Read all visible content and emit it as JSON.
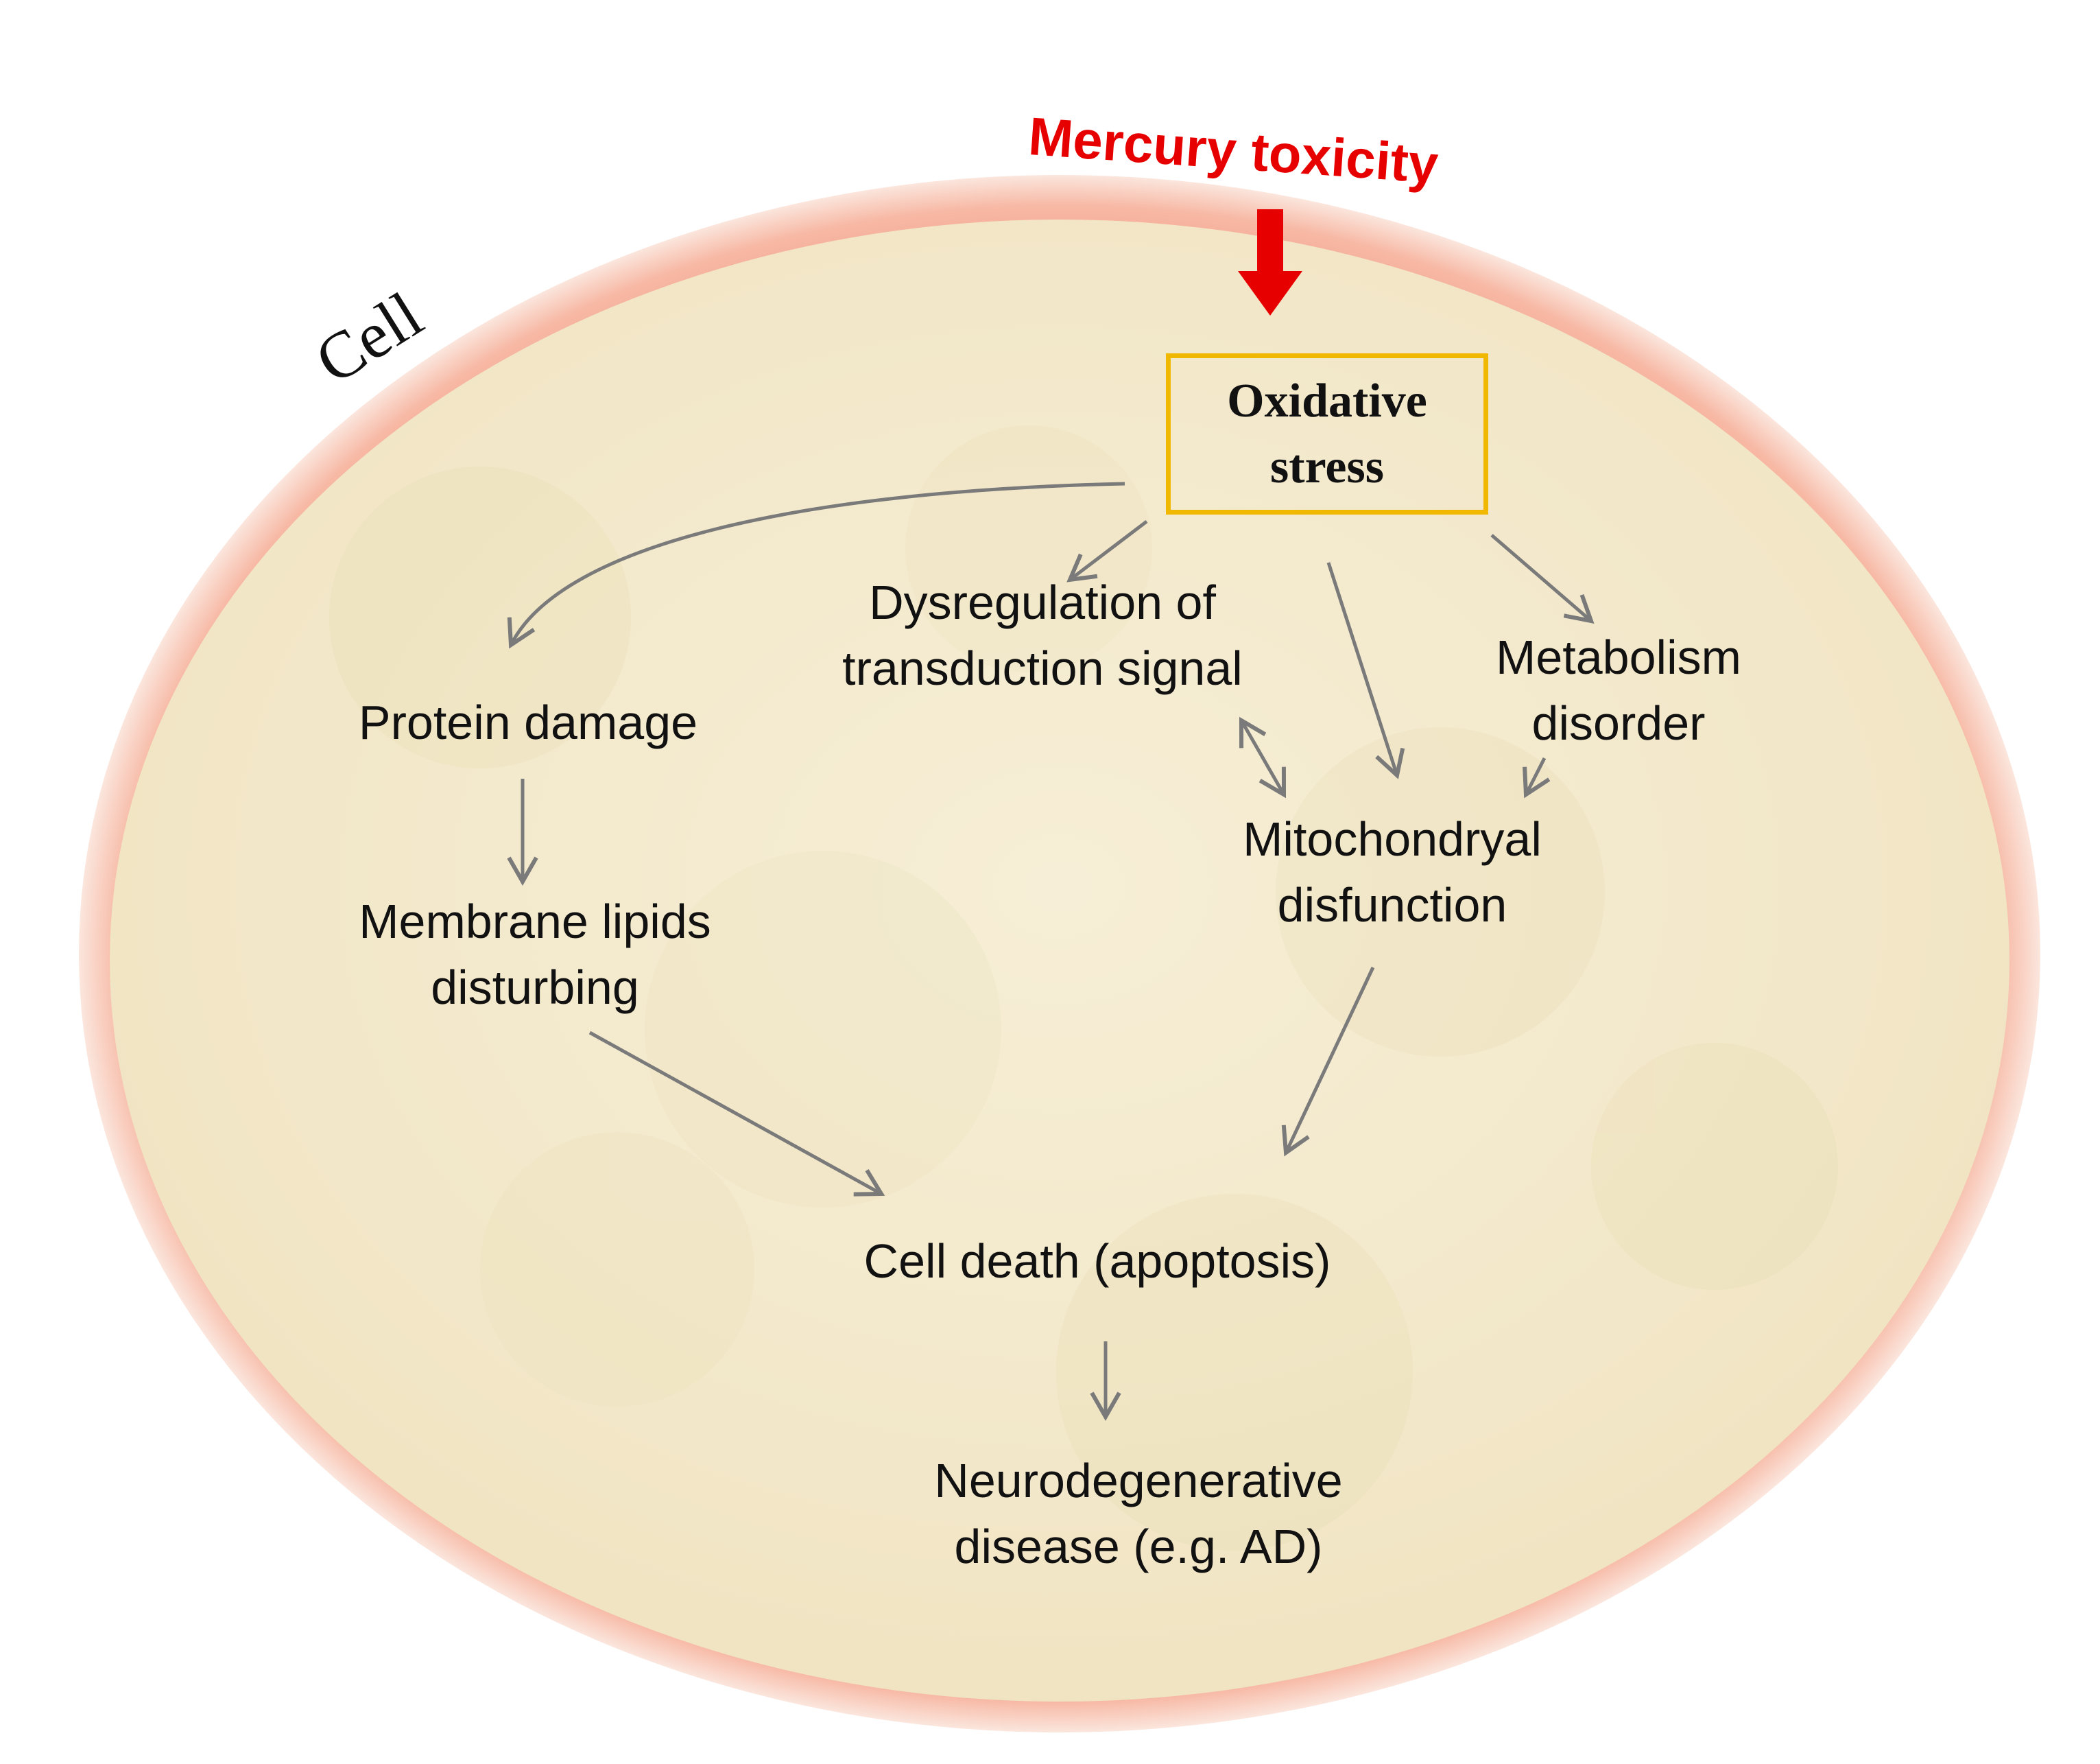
{
  "diagram": {
    "trigger": {
      "label": "Mercury toxicity",
      "color": "#e60000"
    },
    "cell_label": "Cell",
    "central": {
      "line1": "Oxidative",
      "line2": "stress",
      "border_color": "#f0b800"
    },
    "nodes": {
      "protein_damage": {
        "line1": "Protein damage"
      },
      "membrane_lipids": {
        "line1": "Membrane  lipids",
        "line2": "disturbing"
      },
      "dysregulation": {
        "line1": "Dysregulation  of",
        "line2": "transduction  signal"
      },
      "metabolism": {
        "line1": "Metabolism",
        "line2": "disorder"
      },
      "mitochondryal": {
        "line1": "Mitochondryal",
        "line2": "disfunction"
      },
      "cell_death": {
        "line1": "Cell death  (apoptosis)"
      },
      "neurodegenerative": {
        "line1": "Neurodegenerative",
        "line2": "disease (e.g. AD)"
      }
    },
    "colors": {
      "membrane_outer": "#f4a38c",
      "cytoplasm": "#f4ebcf",
      "arrow": "#7a7a7a"
    }
  }
}
